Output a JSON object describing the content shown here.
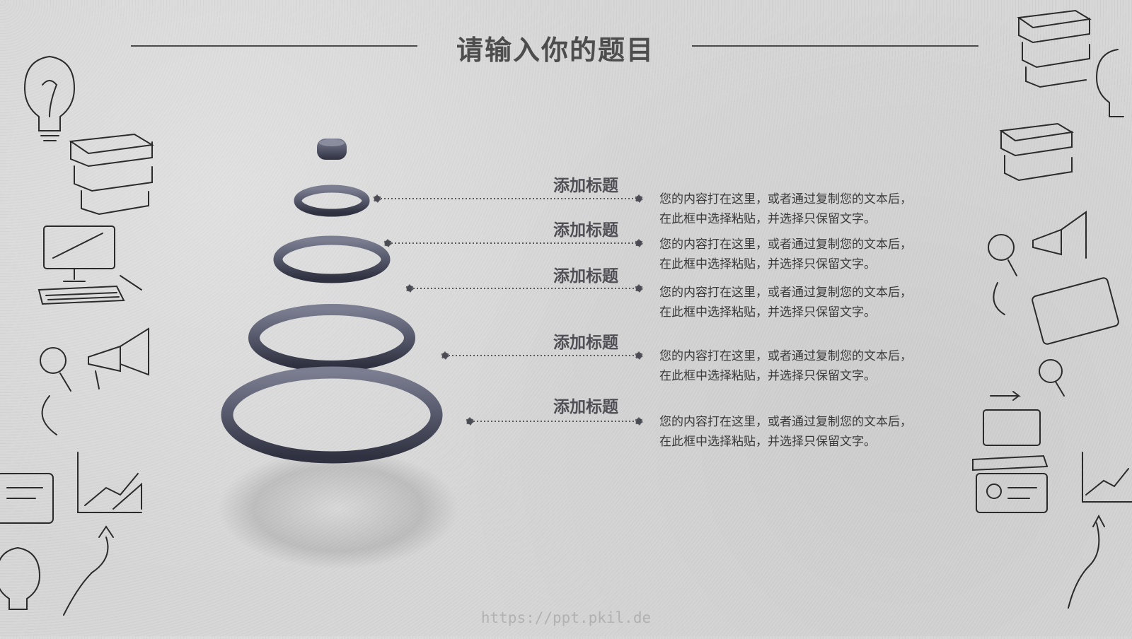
{
  "slide": {
    "title": "请输入你的题目",
    "footer": "https://ppt.pkil.de"
  },
  "items": [
    {
      "title": "添加标题",
      "text_line1": "您的内容打在这里，或者通过复制您的文本后，",
      "text_line2": "在此框中选择粘贴，并选择只保留文字。"
    },
    {
      "title": "添加标题",
      "text_line1": "您的内容打在这里，或者通过复制您的文本后，",
      "text_line2": "在此框中选择粘贴，并选择只保留文字。"
    },
    {
      "title": "添加标题",
      "text_line1": "您的内容打在这里，或者通过复制您的文本后，",
      "text_line2": "在此框中选择粘贴，并选择只保留文字。"
    },
    {
      "title": "添加标题",
      "text_line1": "您的内容打在这里，或者通过复制您的文本后，",
      "text_line2": "在此框中选择粘贴，并选择只保留文字。"
    },
    {
      "title": "添加标题",
      "text_line1": "您的内容打在这里，或者通过复制您的文本后，",
      "text_line2": "在此框中选择粘贴，并选择只保留文字。"
    }
  ],
  "colors": {
    "ring": "#55586a",
    "text": "#3a3a3a",
    "heading": "#4f4f55",
    "background": "#d7d7d7"
  },
  "icons": [
    "lightbulb-icon",
    "books-icon",
    "computer-icon",
    "magnifier-icon",
    "megaphone-icon",
    "growth-chart-icon",
    "arrow-icon",
    "id-card-icon"
  ]
}
